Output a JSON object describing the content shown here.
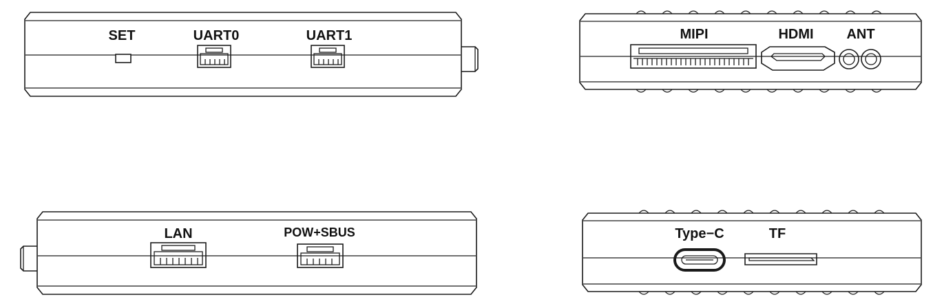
{
  "panels": {
    "top_left": {
      "labels": {
        "set": "SET",
        "uart0": "UART0",
        "uart1": "UART1"
      }
    },
    "top_right": {
      "labels": {
        "mipi": "MIPI",
        "hdmi": "HDMI",
        "ant": "ANT"
      }
    },
    "bottom_left": {
      "labels": {
        "lan": "LAN",
        "pow_sbus": "POW+SBUS"
      }
    },
    "bottom_right": {
      "labels": {
        "typec": "Type−C",
        "tf": "TF"
      }
    }
  },
  "colors": {
    "line": "#1a1a1a",
    "background": "#ffffff"
  }
}
